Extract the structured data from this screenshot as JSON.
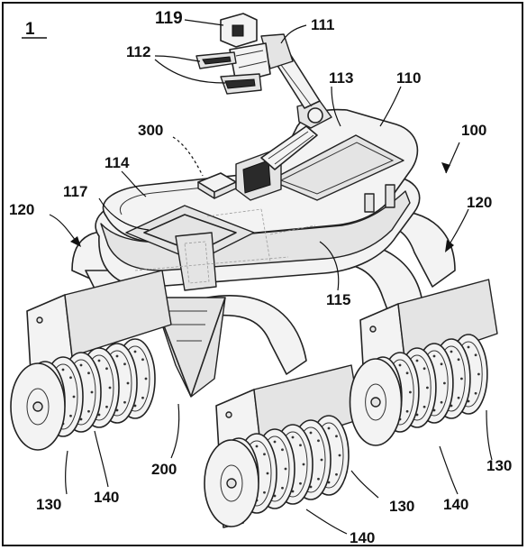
{
  "figure_id": "1",
  "labels": {
    "l119": "119",
    "l111": "111",
    "l112": "112",
    "l113": "113",
    "l110": "110",
    "l300": "300",
    "l100": "100",
    "l114": "114",
    "l117": "117",
    "l120a": "120",
    "l120b": "120",
    "l115": "115",
    "l200": "200",
    "l130a": "130",
    "l140a": "140",
    "l130b": "130",
    "l140b": "140",
    "l130c": "130",
    "l140c": "140"
  }
}
